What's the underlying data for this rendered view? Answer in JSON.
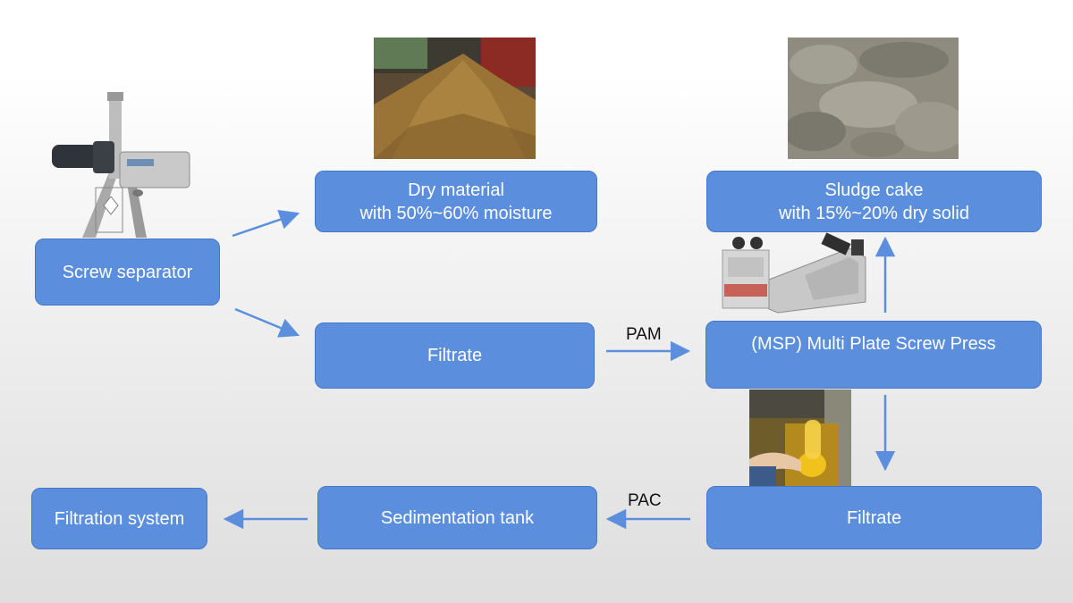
{
  "nodes": {
    "screw_separator": "Screw separator",
    "dry_material": {
      "line1": "Dry material",
      "line2": "with 50%~60% moisture"
    },
    "filtrate_1": "Filtrate",
    "sludge_cake": {
      "line1": "Sludge cake",
      "line2": "with 15%~20% dry solid"
    },
    "msp": "(MSP) Multi Plate Screw Press",
    "filtrate_2": "Filtrate",
    "sedimentation_tank": "Sedimentation tank",
    "filtration_system": "Filtration system"
  },
  "edge_labels": {
    "pam": "PAM",
    "pac": "PAC"
  },
  "colors": {
    "box_fill": "#5b8fde",
    "box_border": "#4677c6",
    "arrow": "#5b8fde",
    "text": "#ffffff"
  },
  "images": [
    "screw-separator-machine-photo",
    "dry-material-pile-photo",
    "sludge-cake-photo",
    "screw-press-machine-photo",
    "filtrate-liquid-photo"
  ]
}
